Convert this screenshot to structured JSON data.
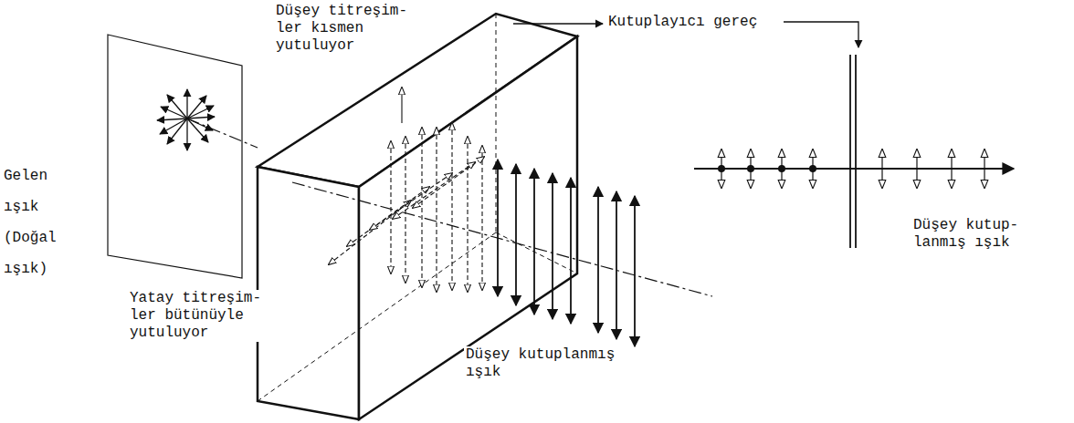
{
  "diagram": {
    "labels": [
      "Düşey titreşim- ler kısmen yutuluyor",
      "Kutuplayıcı gereç",
      "Gelen ışık (Doğal ışık)",
      "Yatay titreşim- ler bütünüyle yutuluyor",
      "Düşey kutuplanmış ışık",
      "Düşey kutup- lanmış ışık"
    ]
  }
}
